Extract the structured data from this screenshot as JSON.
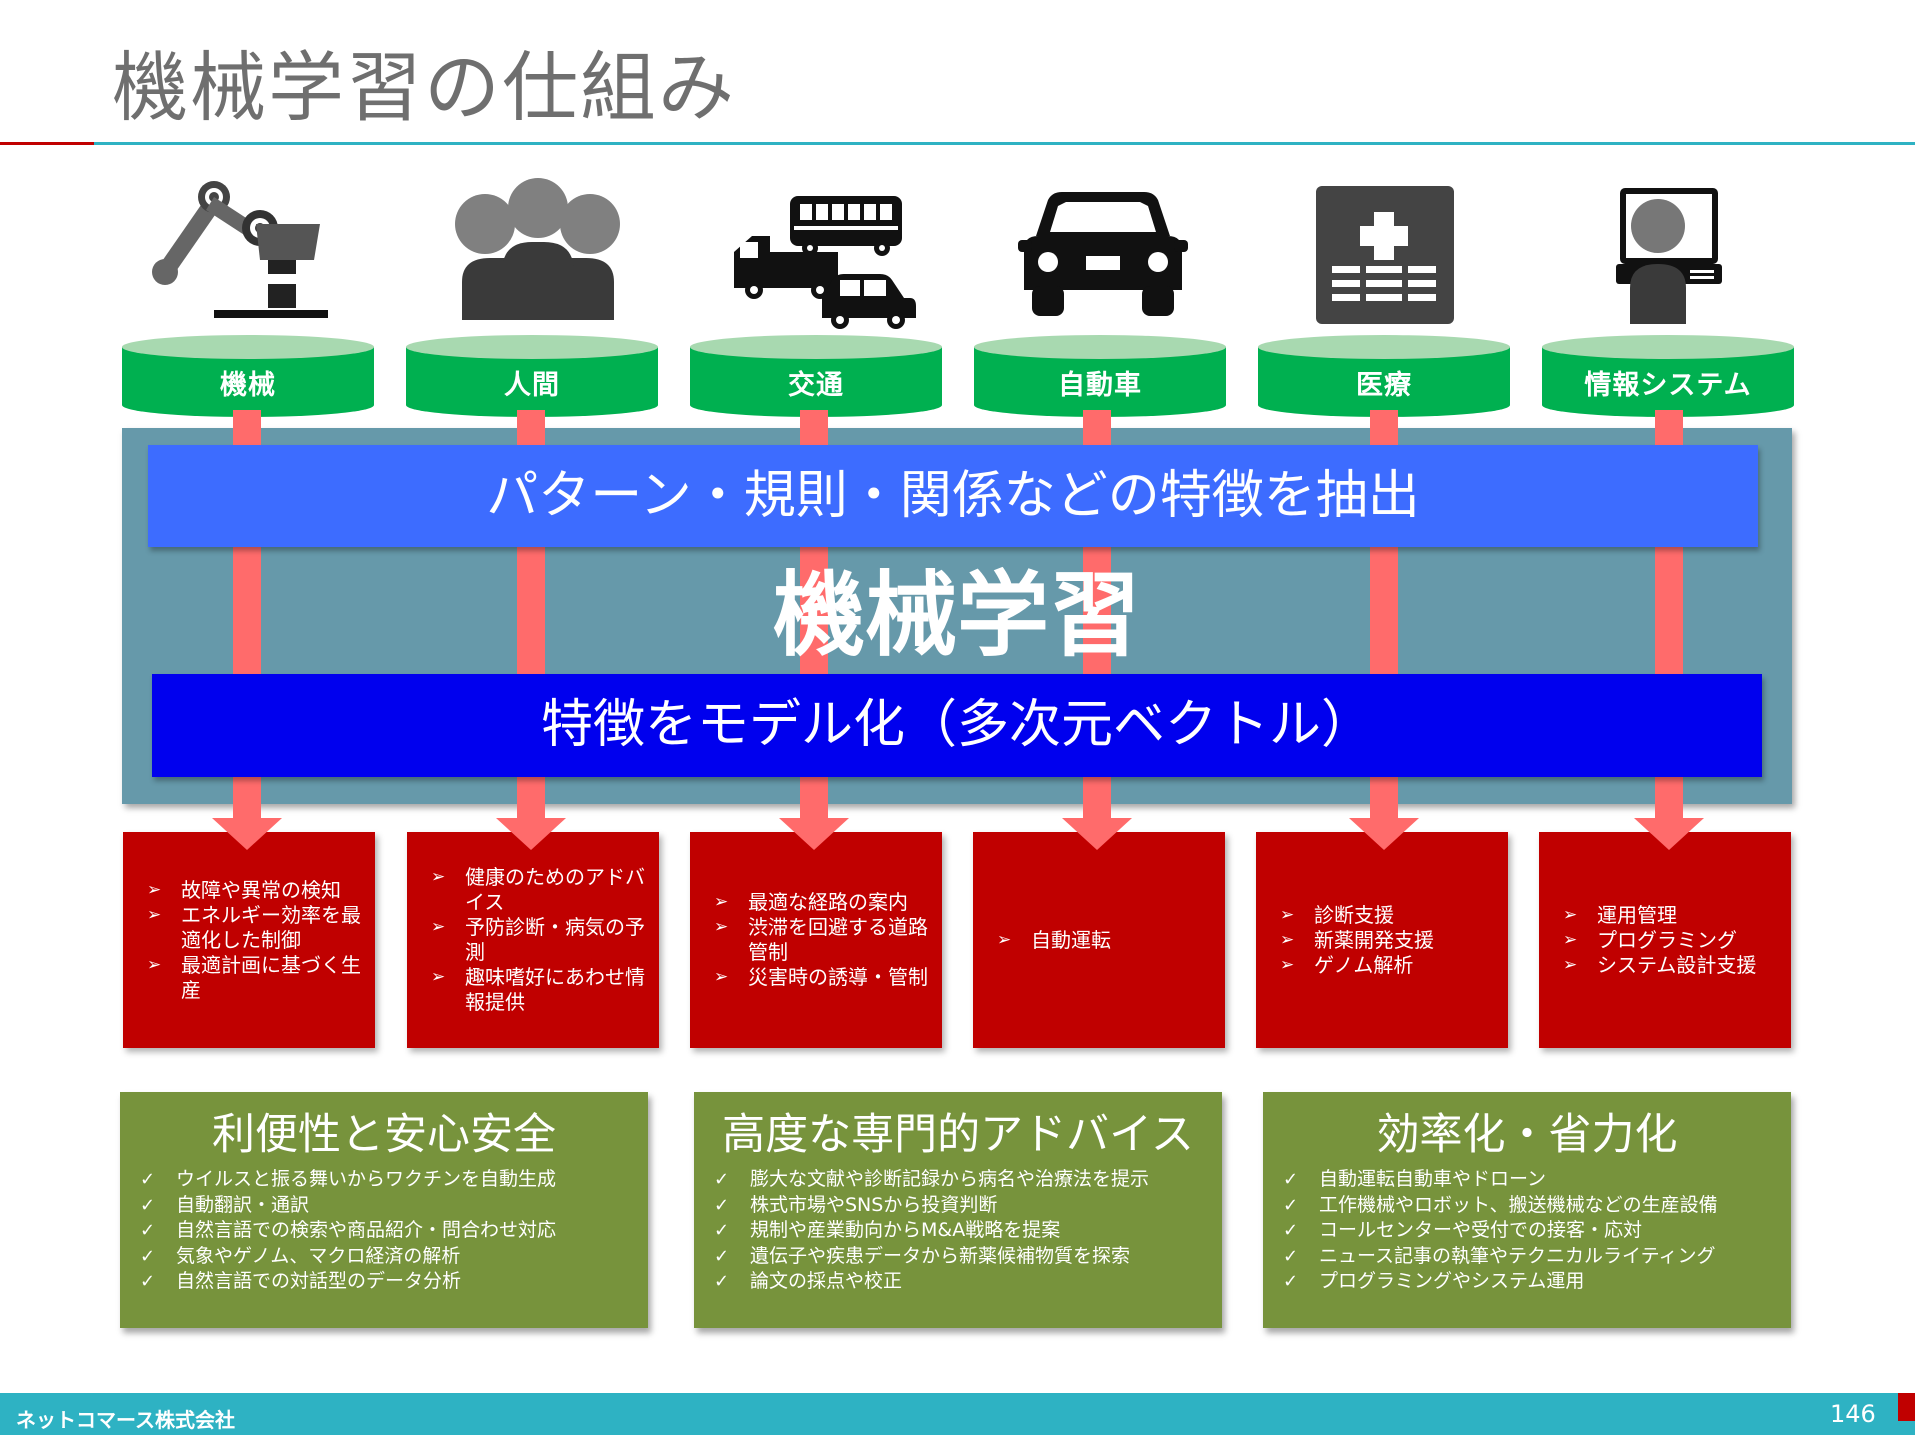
{
  "title": "機械学習の仕組み",
  "categories": [
    {
      "label": "機械",
      "icon": "robot-arm-icon"
    },
    {
      "label": "人間",
      "icon": "people-icon"
    },
    {
      "label": "交通",
      "icon": "traffic-vehicles-icon"
    },
    {
      "label": "自動車",
      "icon": "car-icon"
    },
    {
      "label": "医療",
      "icon": "hospital-icon"
    },
    {
      "label": "情報システム",
      "icon": "computer-user-icon"
    }
  ],
  "feature_extraction": "パターン・規則・関係などの特徴を抽出",
  "machine_learning": "機械学習",
  "feature_model": "特徴をモデル化（多次元ベクトル）",
  "applications": [
    [
      "故障や異常の検知",
      "エネルギー効率を最適化した制御",
      "最適計画に基づく生産"
    ],
    [
      "健康のためのアドバイス",
      "予防診断・病気の予測",
      "趣味嗜好にあわせ情報提供"
    ],
    [
      "最適な経路の案内",
      "渋滞を回避する道路管制",
      "災害時の誘導・管制"
    ],
    [
      "自動運転"
    ],
    [
      "診断支援",
      "新薬開発支援",
      "ゲノム解析"
    ],
    [
      "運用管理",
      "プログラミング",
      "システム設計支援"
    ]
  ],
  "benefits": [
    {
      "heading": "利便性と安心安全",
      "items": [
        "ウイルスと振る舞いからワクチンを自動生成",
        "自動翻訳・通訳",
        "自然言語での検索や商品紹介・問合わせ対応",
        "気象やゲノム、マクロ経済の解析",
        "自然言語での対話型のデータ分析"
      ]
    },
    {
      "heading": "高度な専門的アドバイス",
      "items": [
        "膨大な文献や診断記録から病名や治療法を提示",
        "株式市場やSNSから投資判断",
        "規制や産業動向からM&A戦略を提案",
        "遺伝子や疾患データから新薬候補物質を探索",
        "論文の採点や校正"
      ]
    },
    {
      "heading": "効率化・省力化",
      "items": [
        "自動運転自動車やドローン",
        "工作機械やロボット、搬送機械などの生産設備",
        "コールセンターや受付での接客・応対",
        "ニュース記事の執筆やテクニカルライティング",
        "プログラミングやシステム運用"
      ]
    }
  ],
  "footer": {
    "company": "ネットコマース株式会社",
    "page": "146"
  },
  "colors": {
    "title": "#6f6f6f",
    "accent_red": "#c00000",
    "accent_teal": "#2eb2c3",
    "drum_green": "#00b050",
    "panel": "#6699aa",
    "band_light_blue": "#3d6cff",
    "band_blue": "#0000ee",
    "arrow": "#ff6b6b",
    "benefit_green": "#77933c"
  }
}
